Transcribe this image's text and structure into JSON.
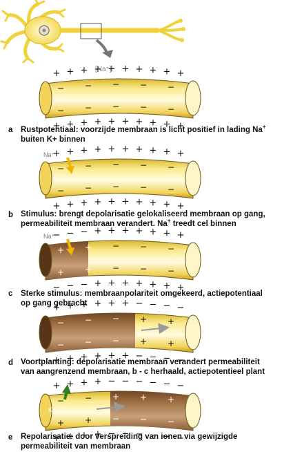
{
  "ion_labels": {
    "na_bracket": "[Na⁺]",
    "na_b": "Na⁺",
    "na_c": "Na⁺",
    "k_e": "K⁺"
  },
  "panels": [
    {
      "letter": "a",
      "line1": "Rustpotentiaal: voorzijde membraan is licht positief in lading Na",
      "line1_sup": "+",
      "line2": "buiten K+ binnen"
    },
    {
      "letter": "b",
      "line1": "Stimulus: brengt depolarisatie gelokaliseerd membraan op gang,",
      "line2": "permeabiliteit membraan verandert. Na",
      "line2_sup": "+",
      "line2_tail": " treedt cel binnen"
    },
    {
      "letter": "c",
      "line1": "Sterke stimulus: membraanpolariteit omgekeerd, actiepotentiaal",
      "line2": "op gang gebracht"
    },
    {
      "letter": "d",
      "line1": "Voortplanting: depolarisatie membraan verandert permeabiliteit",
      "line2": "van aangrenzend membraan, b - c herhaald, actiepotentieel plant"
    },
    {
      "letter": "e",
      "line1": "Repolarisatie: door verspreiding van ionen via gewijzigde",
      "line2": "permeabiliteit van membraan"
    }
  ],
  "colors": {
    "axon_yellow": "#f7e27a",
    "axon_brown": "#7a4a22",
    "arrow_yellow": "#f0b400",
    "arrow_green": "#2e7d1e",
    "arrow_gray": "#9a9a9a"
  }
}
